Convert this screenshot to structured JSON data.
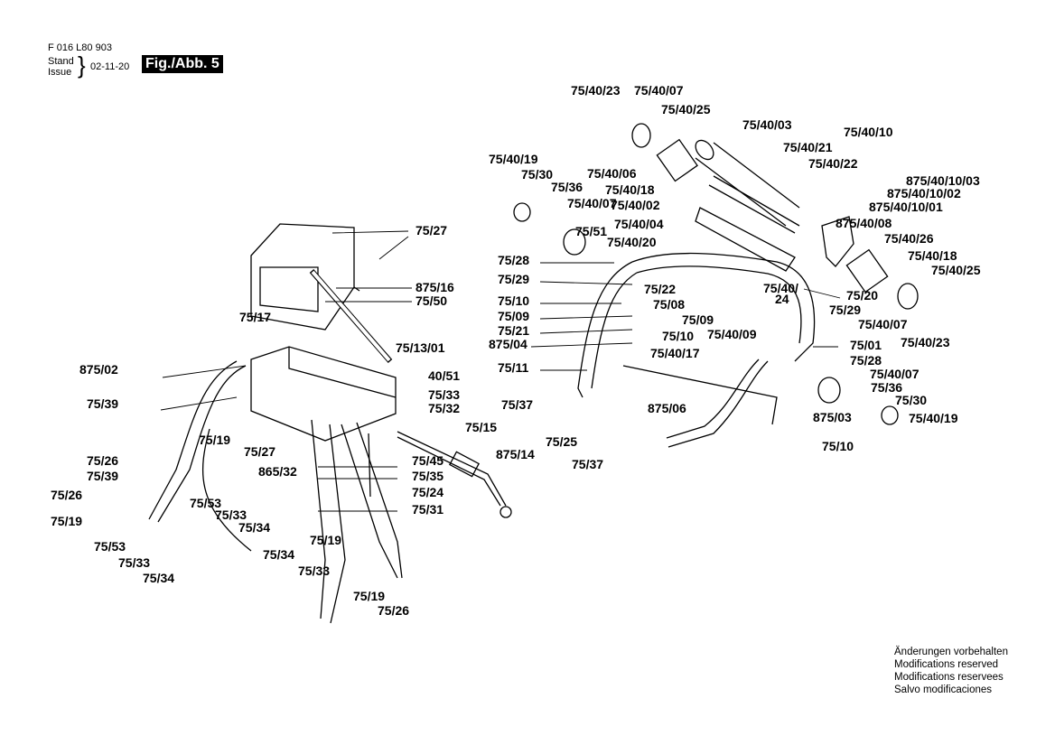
{
  "header": {
    "doc_number": "F 016 L80 903",
    "stand": "Stand",
    "issue": "Issue",
    "date": "02-11-20",
    "figure": "Fig./Abb. 5"
  },
  "labels": [
    "75/40/23",
    "75/40/07",
    "75/40/25",
    "75/40/03",
    "75/40/10",
    "75/40/21",
    "75/40/22",
    "75/40/19",
    "75/30",
    "75/40/06",
    "75/36",
    "875/40/10/03",
    "75/40/18",
    "875/40/10/02",
    "75/40/07",
    "75/40/02",
    "875/40/10/01",
    "75/40/04",
    "875/40/08",
    "75/51",
    "75/40/20",
    "75/40/26",
    "75/28",
    "75/40/18",
    "75/40/25",
    "75/29",
    "75/22",
    "75/40/",
    "24",
    "75/20",
    "75/08",
    "75/10",
    "75/09",
    "75/29",
    "75/09",
    "75/40/07",
    "75/21",
    "75/10",
    "75/40/09",
    "75/40/23",
    "875/04",
    "75/01",
    "75/40/17",
    "75/28",
    "75/11",
    "75/40/07",
    "75/36",
    "75/37",
    "875/06",
    "75/30",
    "875/03",
    "75/40/19",
    "75/25",
    "75/10",
    "75/37",
    "75/27",
    "875/16",
    "75/50",
    "75/17",
    "75/13/01",
    "875/02",
    "40/51",
    "75/39",
    "75/33",
    "75/32",
    "75/15",
    "875/14",
    "75/19",
    "75/27",
    "75/45",
    "75/26",
    "75/39",
    "75/35",
    "865/32",
    "75/24",
    "75/26",
    "75/53",
    "75/33",
    "75/31",
    "75/19",
    "75/34",
    "75/19",
    "75/53",
    "75/34",
    "75/33",
    "75/33",
    "75/34",
    "75/19",
    "75/26"
  ],
  "footer": [
    "Änderungen vorbehalten",
    "Modifications reserved",
    "Modifications reservees",
    "Salvo modificaciones"
  ]
}
